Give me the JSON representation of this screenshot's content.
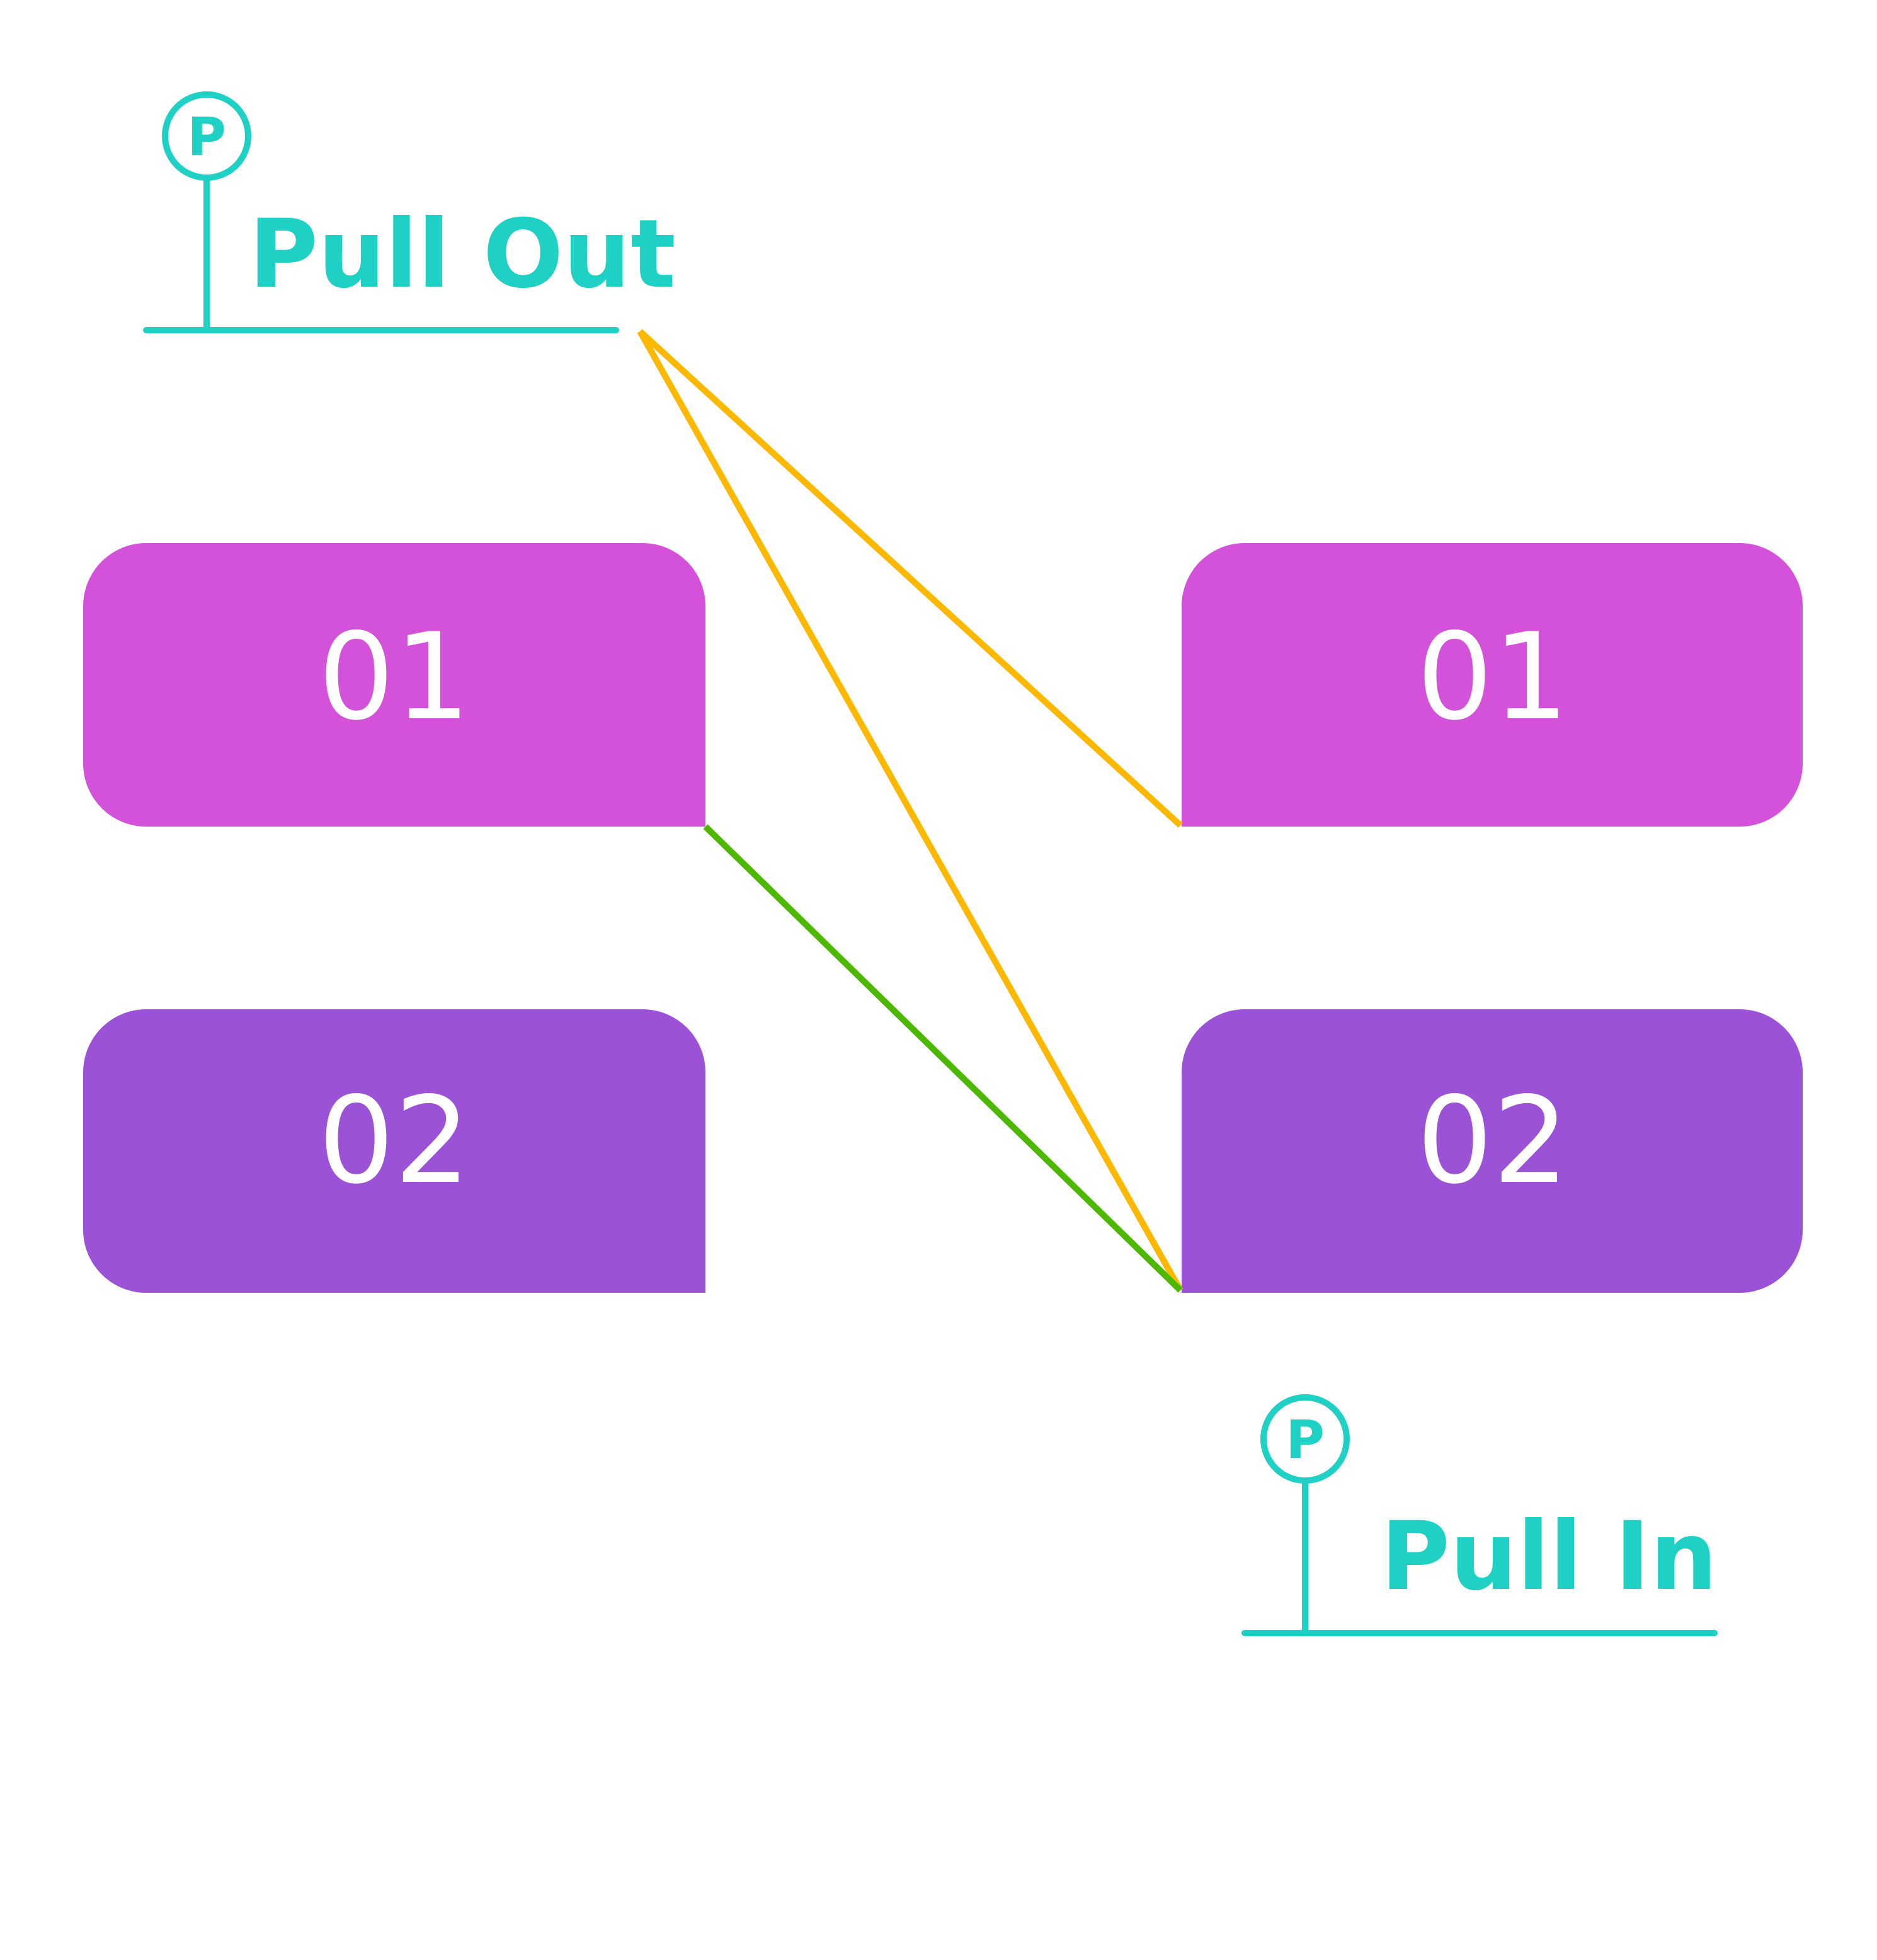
{
  "colors": {
    "teal": "#1FD0C4",
    "block_light": "#D452D9",
    "block_dark": "#9C52D6",
    "link_yellow": "#FFB800",
    "link_green": "#4DB800",
    "text_on_block": "#FFFFFF"
  },
  "pull_out": {
    "icon": "parking-pin-icon",
    "icon_letter": "P",
    "label": "Pull Out"
  },
  "pull_in": {
    "icon": "parking-pin-icon",
    "icon_letter": "P",
    "label": "Pull In"
  },
  "left_blocks": [
    {
      "label": "01"
    },
    {
      "label": "02"
    }
  ],
  "right_blocks": [
    {
      "label": "01"
    },
    {
      "label": "02"
    }
  ]
}
